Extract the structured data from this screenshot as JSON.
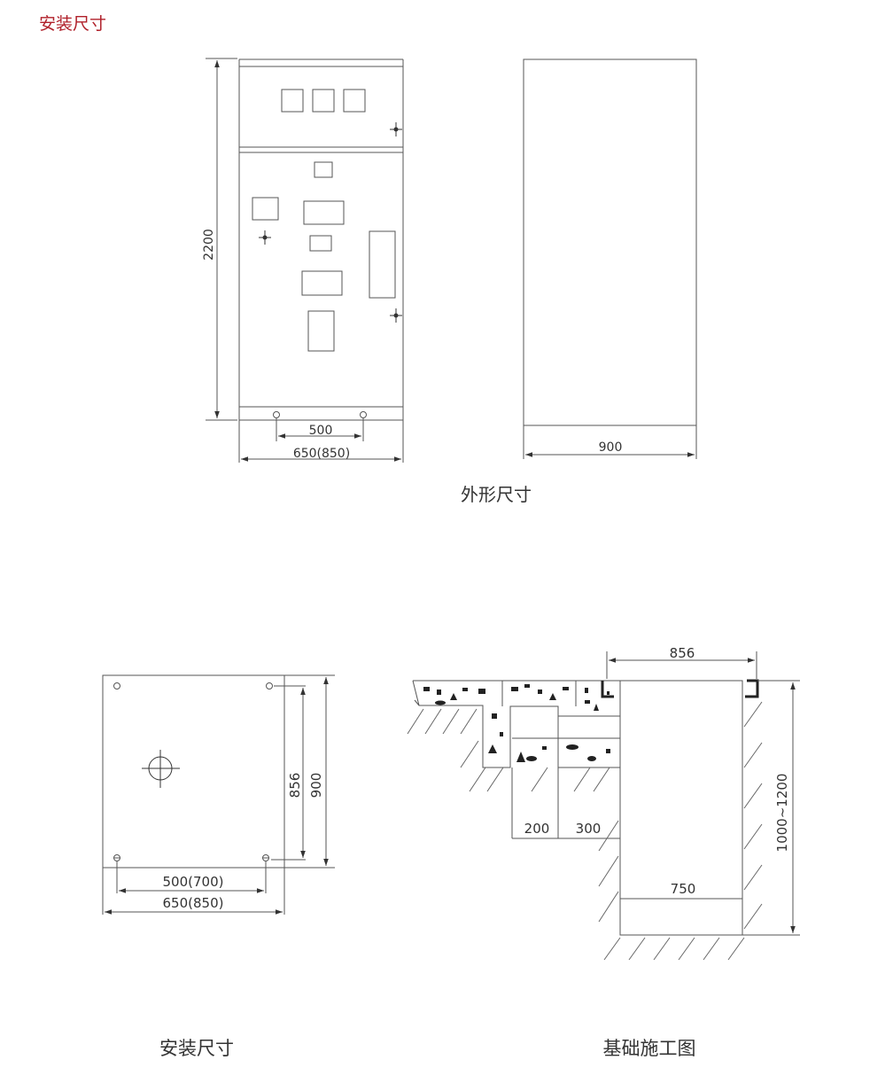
{
  "header": {
    "title": "安装尺寸",
    "title_color": "#b0202a"
  },
  "front_view": {
    "height": "2200",
    "bolt_spacing": "500",
    "width": "650(850)"
  },
  "side_view": {
    "depth": "900",
    "caption": "外形尺寸"
  },
  "base_plan": {
    "depth_inner": "856",
    "depth_outer": "900",
    "bolt_spacing": "500(700)",
    "width": "650(850)",
    "caption": "安装尺寸"
  },
  "foundation": {
    "top_width": "856",
    "trench_width_a": "200",
    "trench_width_b": "300",
    "pit_width": "750",
    "pit_depth": "1000~1200",
    "caption": "基础施工图"
  },
  "colors": {
    "line": "#444444",
    "text": "#333333"
  }
}
